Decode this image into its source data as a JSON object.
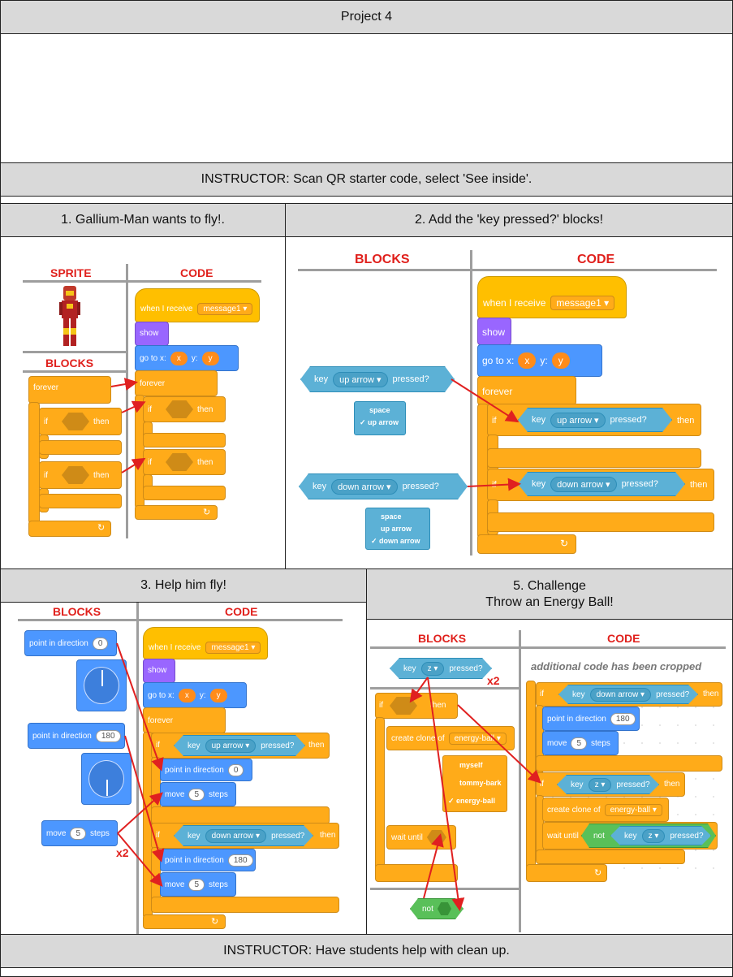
{
  "title": "Project 4",
  "instructor_top": "INSTRUCTOR: Scan QR starter code, select 'See inside'.",
  "instructor_bottom": "INSTRUCTOR: Have students help with clean up.",
  "steps": [
    {
      "heading": "1. Gallium-Man wants to fly!."
    },
    {
      "heading": "2. Add the 'key pressed?' blocks!"
    },
    {
      "heading": "3. Help him fly!"
    },
    {
      "heading_line1": "5. Challenge",
      "heading_line2": "Throw an Energy Ball!"
    }
  ],
  "labels": {
    "sprite": "SPRITE",
    "blocks": "BLOCKS",
    "code": "CODE",
    "x2": "x2",
    "cropped": "additional code has been cropped"
  },
  "blocks": {
    "when_receive": "when I receive",
    "message": "message1",
    "show": "show",
    "goto": "go to x:",
    "x": "x",
    "y_label": "y:",
    "y": "y",
    "forever": "forever",
    "if": "if",
    "then": "then",
    "key": "key",
    "pressed": "pressed?",
    "up_arrow": "up arrow",
    "down_arrow": "down arrow",
    "space": "space",
    "point_dir": "point in direction",
    "dir0": "0",
    "dir180": "180",
    "move": "move",
    "steps": "steps",
    "five": "5",
    "z": "z",
    "create_clone": "create clone of",
    "energy_ball": "energy-ball",
    "myself": "myself",
    "tommy_bark": "tommy-bark",
    "wait_until": "wait until",
    "not": "not"
  },
  "colors": {
    "header_bg": "#d9d9d9",
    "red_label": "#e0201c",
    "event": "#ffbf00",
    "control": "#ffab19",
    "motion": "#4c97ff",
    "sensing": "#5cb1d6",
    "looks": "#9966ff",
    "operator": "#59c059"
  }
}
